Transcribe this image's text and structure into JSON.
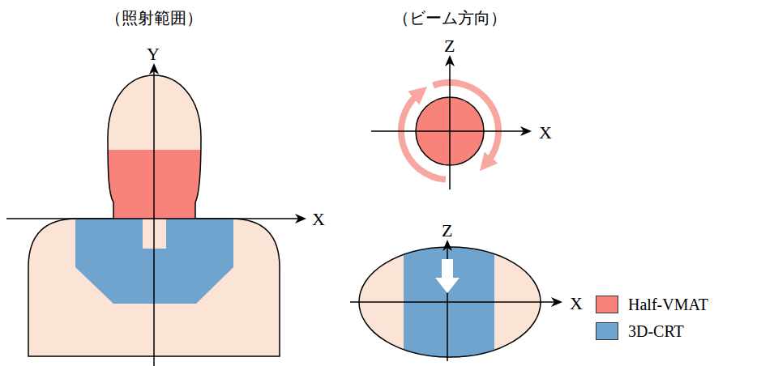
{
  "diagram": {
    "labels": [
      "（照射範囲）",
      "（ビーム方向）",
      "Y",
      "Z",
      "X",
      "X",
      "Z",
      "X"
    ],
    "legend": [
      {
        "text": "Half-VMAT",
        "color": "#f7837a"
      },
      {
        "text": "3D-CRT",
        "color": "#6fa4cf"
      }
    ]
  }
}
